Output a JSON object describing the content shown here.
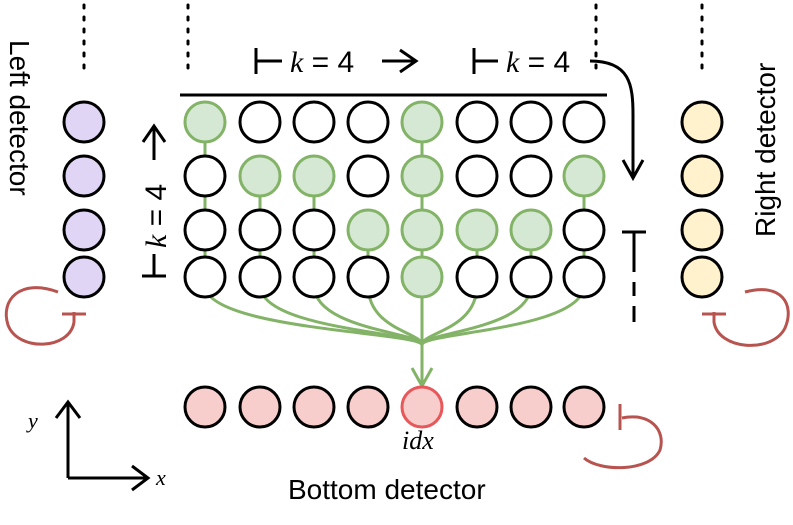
{
  "labels": {
    "left_detector": "Left detector",
    "right_detector": "Right detector",
    "bottom_detector": "Bottom detector",
    "idx": "idx",
    "axis_x": "x",
    "axis_y": "y",
    "k_var": "k",
    "k_value": " = 4"
  },
  "colors": {
    "stroke": "#000000",
    "green_stroke": "#82b366",
    "green_fill": "#d5e8d4",
    "purple_fill": "#e1d5f5",
    "yellow_fill": "#fff2cc",
    "red_fill": "#f8cecc",
    "red_stroke_idx": "#e8575a",
    "feedback": "#b85450"
  },
  "grid": {
    "rows": 4,
    "cols": 8,
    "highlighted": [
      [
        1,
        0,
        0,
        0,
        1,
        0,
        0,
        0
      ],
      [
        0,
        1,
        1,
        0,
        1,
        0,
        0,
        1
      ],
      [
        0,
        0,
        0,
        1,
        1,
        1,
        1,
        0
      ],
      [
        0,
        0,
        0,
        0,
        1,
        0,
        0,
        0
      ]
    ]
  },
  "left_detector_count": 4,
  "right_detector_count": 4,
  "bottom_detector_count": 8,
  "bottom_idx_position": 4
}
